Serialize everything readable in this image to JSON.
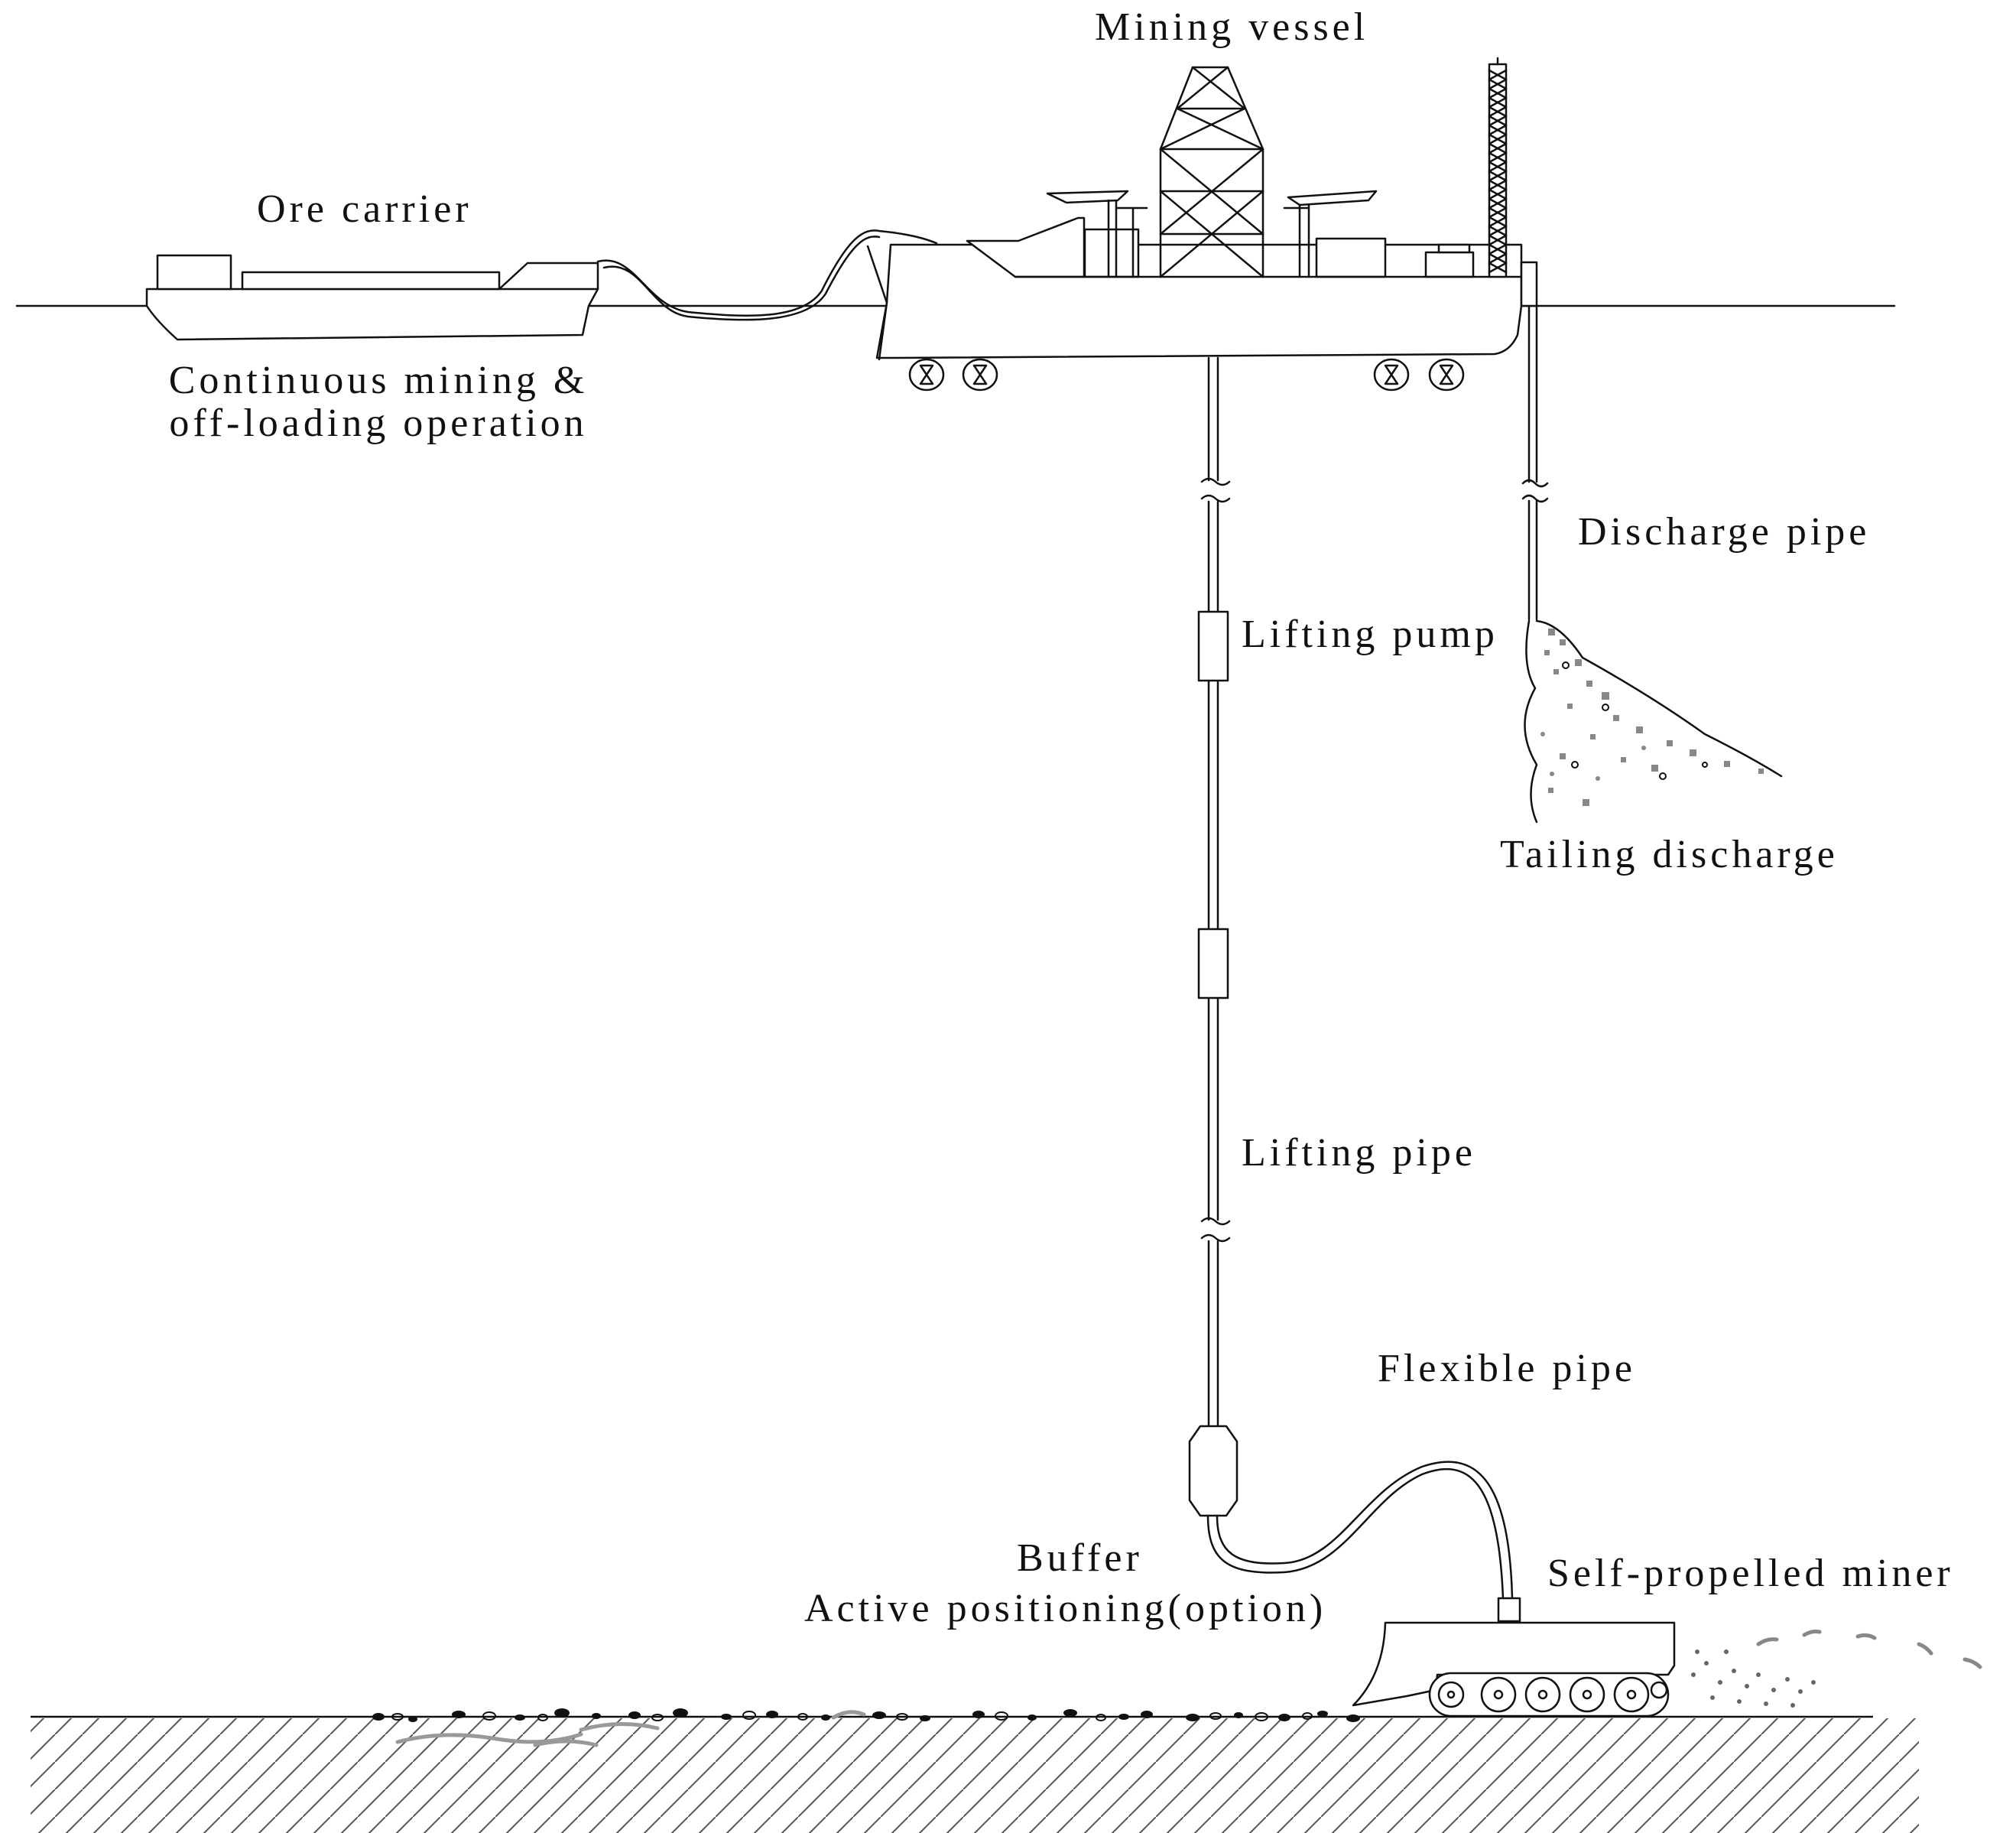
{
  "labels": {
    "mining_vessel": "Mining vessel",
    "ore_carrier": "Ore carrier",
    "operation_line1": "Continuous mining &",
    "operation_line2": "off-loading operation",
    "discharge_pipe": "Discharge pipe",
    "lifting_pump": "Lifting pump",
    "tailing_discharge": "Tailing discharge",
    "lifting_pipe": "Lifting pipe",
    "flexible_pipe": "Flexible pipe",
    "buffer": "Buffer",
    "active_positioning": "Active positioning(option)",
    "self_propelled_miner": "Self-propelled miner"
  },
  "colors": {
    "line": "#111111",
    "tailing_dots": "#888888",
    "ground_hatch": "#555555"
  }
}
